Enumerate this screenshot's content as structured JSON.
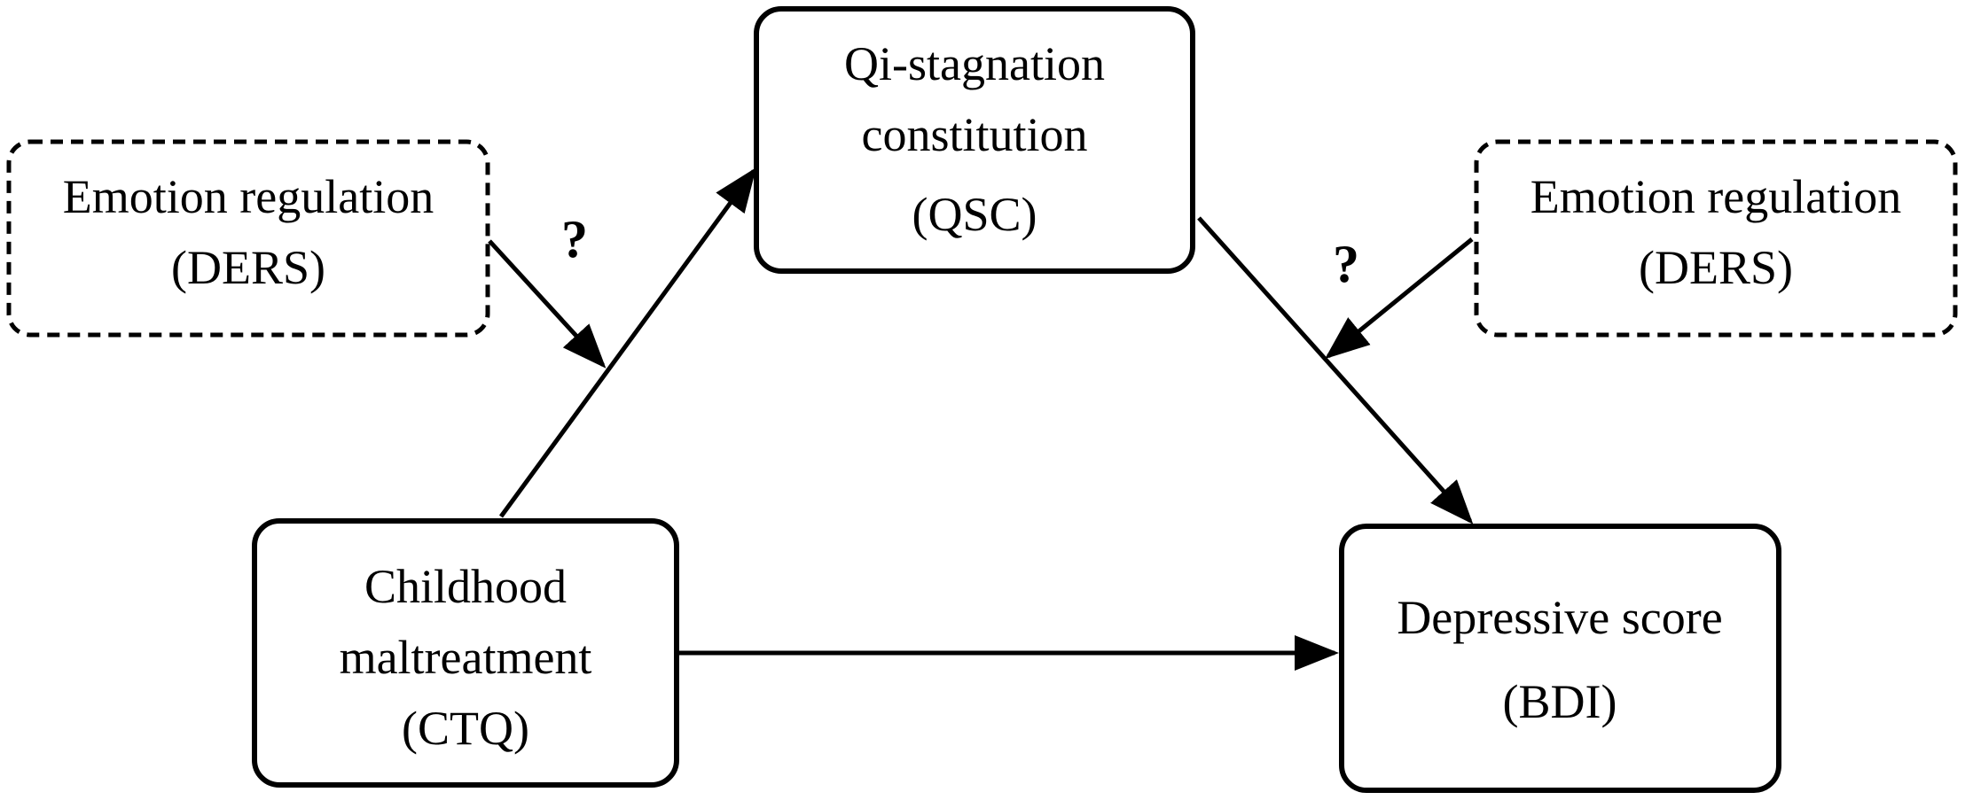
{
  "nodes": {
    "emotion_left": {
      "line1": "Emotion regulation",
      "line2": "(DERS)"
    },
    "qsc": {
      "line1": "Qi-stagnation",
      "line2": "constitution",
      "line3": "(QSC)"
    },
    "emotion_right": {
      "line1": "Emotion regulation",
      "line2": "(DERS)"
    },
    "ctq": {
      "line1": "Childhood",
      "line2": "maltreatment",
      "line3": "(CTQ)"
    },
    "bdi": {
      "line1": "Depressive score",
      "line2": "(BDI)"
    }
  },
  "edges": {
    "left_question": "?",
    "right_question": "?"
  },
  "colors": {
    "stroke": "#000000",
    "background": "#ffffff"
  }
}
